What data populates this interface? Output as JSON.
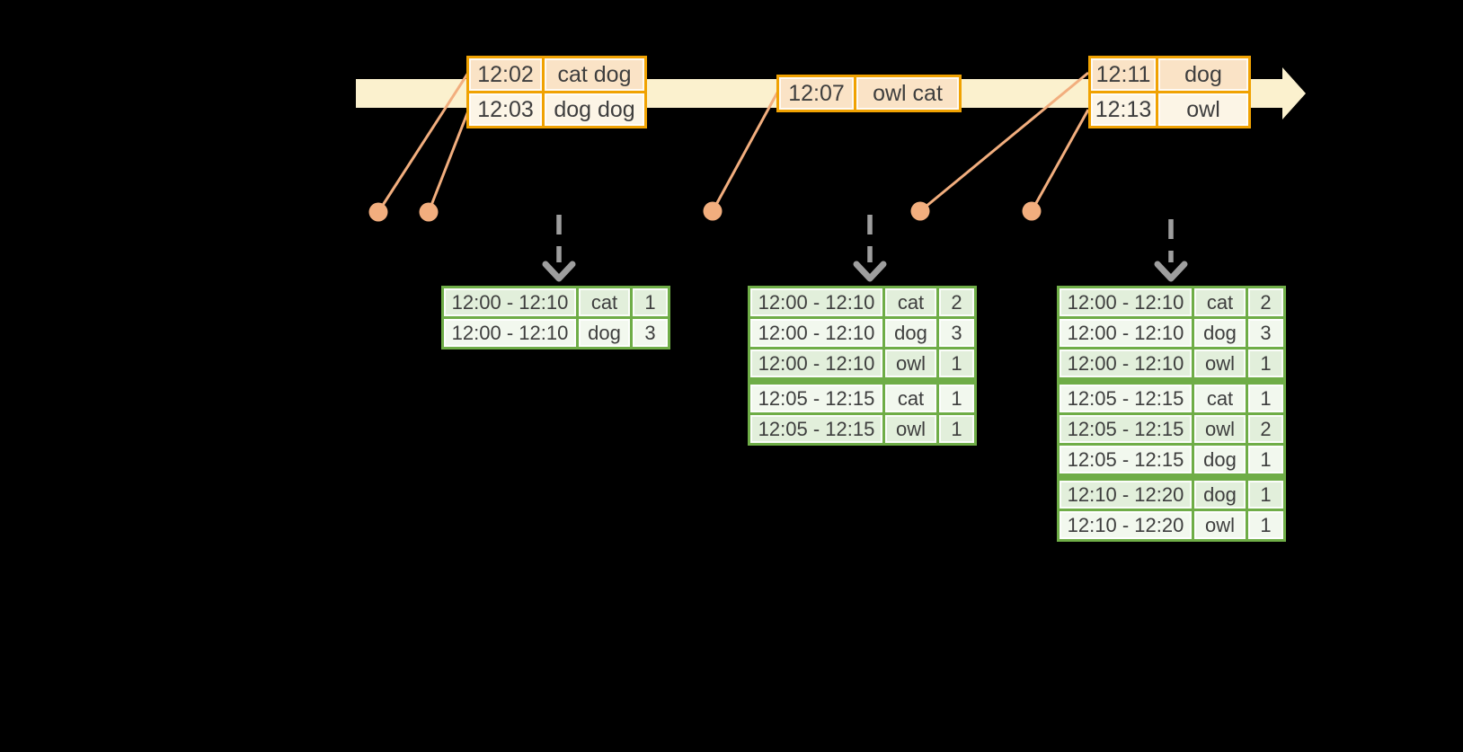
{
  "colors": {
    "background": "#000000",
    "timeline-band": "#FBF1CE",
    "orange-border": "#F0A202",
    "orange-row-dark": "#FAE3C6",
    "orange-row-light": "#FCF5E6",
    "connector": "#F2AE7E",
    "green-border": "#6FAD47",
    "green-row-dark": "#E2EFDB",
    "green-row-light": "#F2F8EE",
    "arrow-gray": "#9E9E9E",
    "text": "#3E3E3E"
  },
  "input_tables": {
    "batch1": {
      "rows": [
        {
          "time": "12:02",
          "words": "cat dog"
        },
        {
          "time": "12:03",
          "words": "dog dog"
        }
      ]
    },
    "batch2": {
      "rows": [
        {
          "time": "12:07",
          "words": "owl cat"
        }
      ]
    },
    "batch3": {
      "rows": [
        {
          "time": "12:11",
          "words": "dog"
        },
        {
          "time": "12:13",
          "words": "owl"
        }
      ]
    }
  },
  "result_tables": {
    "t1": {
      "rows": [
        {
          "window": "12:00 - 12:10",
          "word": "cat",
          "count": "1"
        },
        {
          "window": "12:00 - 12:10",
          "word": "dog",
          "count": "3"
        }
      ]
    },
    "t2": {
      "rows": [
        {
          "window": "12:00 - 12:10",
          "word": "cat",
          "count": "2"
        },
        {
          "window": "12:00 - 12:10",
          "word": "dog",
          "count": "3"
        },
        {
          "window": "12:00 - 12:10",
          "word": "owl",
          "count": "1"
        },
        {
          "window": "12:05 - 12:15",
          "word": "cat",
          "count": "1"
        },
        {
          "window": "12:05 - 12:15",
          "word": "owl",
          "count": "1"
        }
      ]
    },
    "t3": {
      "rows": [
        {
          "window": "12:00 - 12:10",
          "word": "cat",
          "count": "2"
        },
        {
          "window": "12:00 - 12:10",
          "word": "dog",
          "count": "3"
        },
        {
          "window": "12:00 - 12:10",
          "word": "owl",
          "count": "1"
        },
        {
          "window": "12:05 - 12:15",
          "word": "cat",
          "count": "1"
        },
        {
          "window": "12:05 - 12:15",
          "word": "owl",
          "count": "2"
        },
        {
          "window": "12:05 - 12:15",
          "word": "dog",
          "count": "1"
        },
        {
          "window": "12:10 - 12:20",
          "word": "dog",
          "count": "1"
        },
        {
          "window": "12:10 - 12:20",
          "word": "owl",
          "count": "1"
        }
      ]
    }
  }
}
